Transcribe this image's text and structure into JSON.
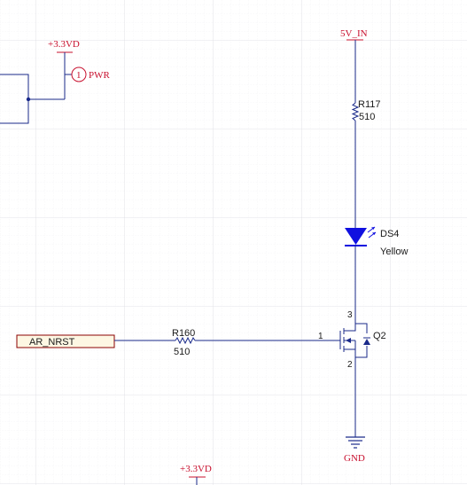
{
  "power": {
    "vdd_top": "+3.3VD",
    "vdd_bottom": "+3.3VD",
    "vin": "5V_IN",
    "gnd": "GND"
  },
  "test_point": {
    "symbol": "1",
    "label": "PWR"
  },
  "r117": {
    "ref": "R117",
    "value": "510"
  },
  "r160": {
    "ref": "R160",
    "value": "510"
  },
  "ds4": {
    "ref": "DS4",
    "value": "Yellow"
  },
  "q2": {
    "ref": "Q2",
    "pin_gate": "1",
    "pin_source": "2",
    "pin_drain": "3"
  },
  "net_port": {
    "label": "AR_NRST"
  },
  "colors": {
    "wire": "#1a2a8a",
    "power_label": "#c8102e",
    "port_border": "#8b0000",
    "port_fill": "#fdf7e3",
    "led_fill": "#1010e0",
    "grid": "#e6e6ea"
  }
}
